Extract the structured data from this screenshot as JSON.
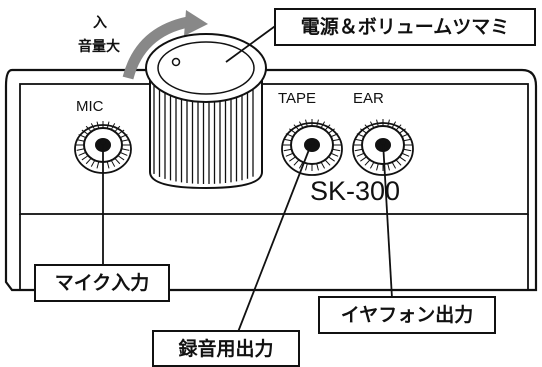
{
  "device": {
    "model": "SK-300",
    "jacks": {
      "mic": "MIC",
      "tape": "TAPE",
      "ear": "EAR"
    }
  },
  "knob_hint": {
    "line1": "入",
    "line2": "音量大"
  },
  "callouts": {
    "power_volume": "電源＆ボリュームツマミ",
    "mic_input": "マイク入力",
    "recording_output": "録音用出力",
    "earphone_output": "イヤフォン出力"
  }
}
